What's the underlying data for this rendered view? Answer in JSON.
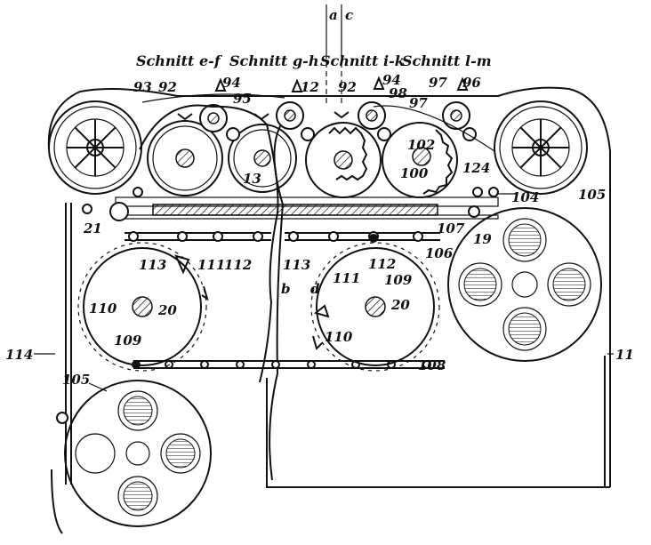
{
  "section_labels": {
    "ef": "Schnitt e-f",
    "gh": "Schnitt g-h",
    "ik": "Schnitt i-k",
    "lm": "Schnitt l-m"
  },
  "top_markers": {
    "a": "a",
    "c": "c"
  },
  "side_markers": {
    "b": "b",
    "d": "d"
  },
  "reference_numerals": {
    "n93": "93",
    "n92a": "92",
    "n94a": "94",
    "n95": "95",
    "n12": "12",
    "n92b": "92",
    "n94b": "94",
    "n98": "98",
    "n97a": "97",
    "n97b": "97",
    "n96": "96",
    "n13": "13",
    "n102": "102",
    "n100": "100",
    "n124": "124",
    "n104": "104",
    "n105a": "105",
    "n21": "21",
    "n107": "107",
    "n19": "19",
    "n106": "106",
    "n113a": "113",
    "n111a": "111",
    "n112a": "112",
    "n113b": "113",
    "n111b": "111",
    "n112b": "112",
    "n109a": "109",
    "n110a": "110",
    "n20a": "20",
    "n109b": "109",
    "n110b": "110",
    "n20b": "20",
    "n108": "108",
    "n114": "114",
    "n105b": "105",
    "n11": "11"
  }
}
